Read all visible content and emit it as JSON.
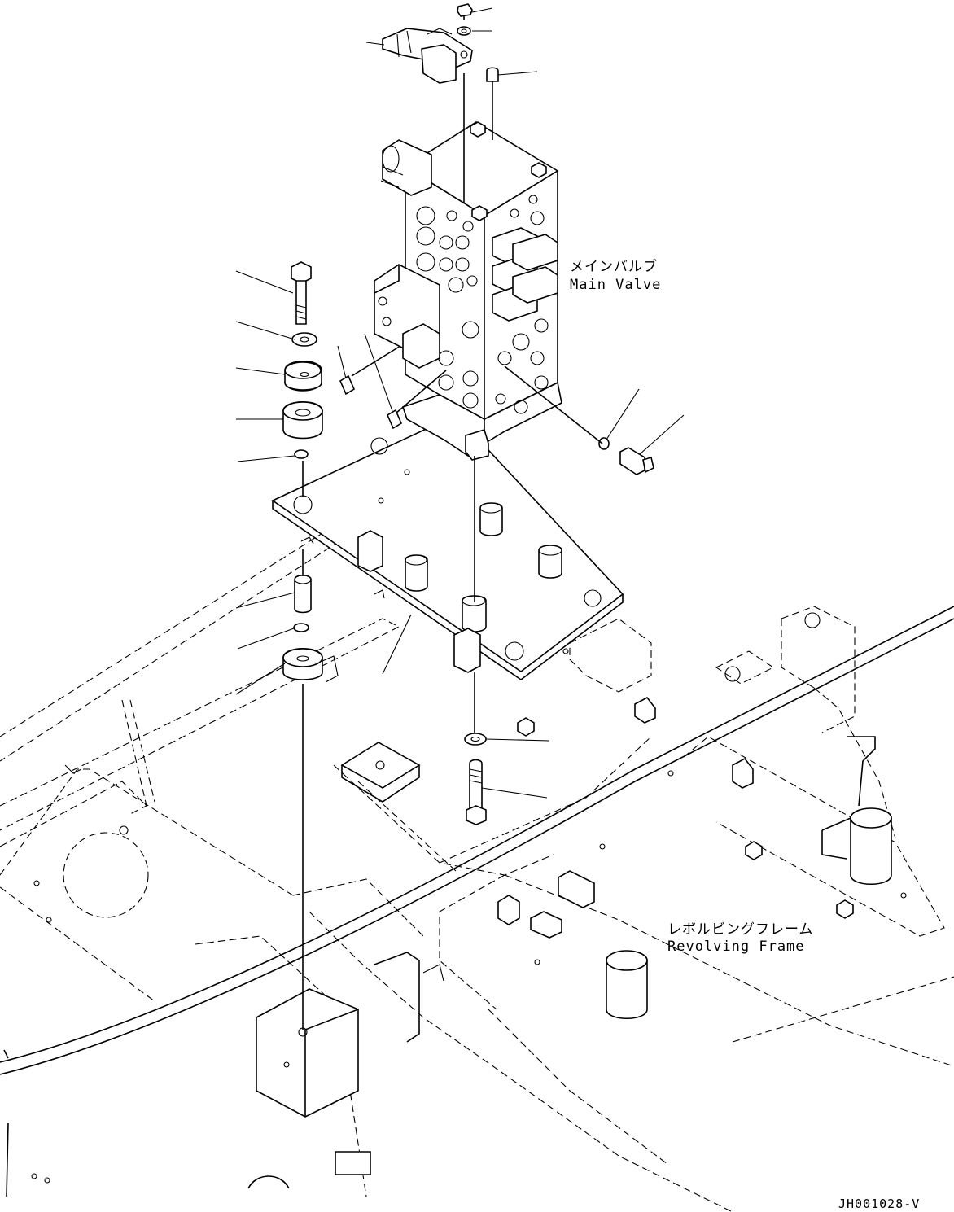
{
  "labels": {
    "main_valve_jp": "メインバルブ",
    "main_valve_en": "Main Valve",
    "revolving_frame_jp": "レボルビングフレーム",
    "revolving_frame_en": "Revolving Frame",
    "drawing_number": "JH001028-V"
  }
}
